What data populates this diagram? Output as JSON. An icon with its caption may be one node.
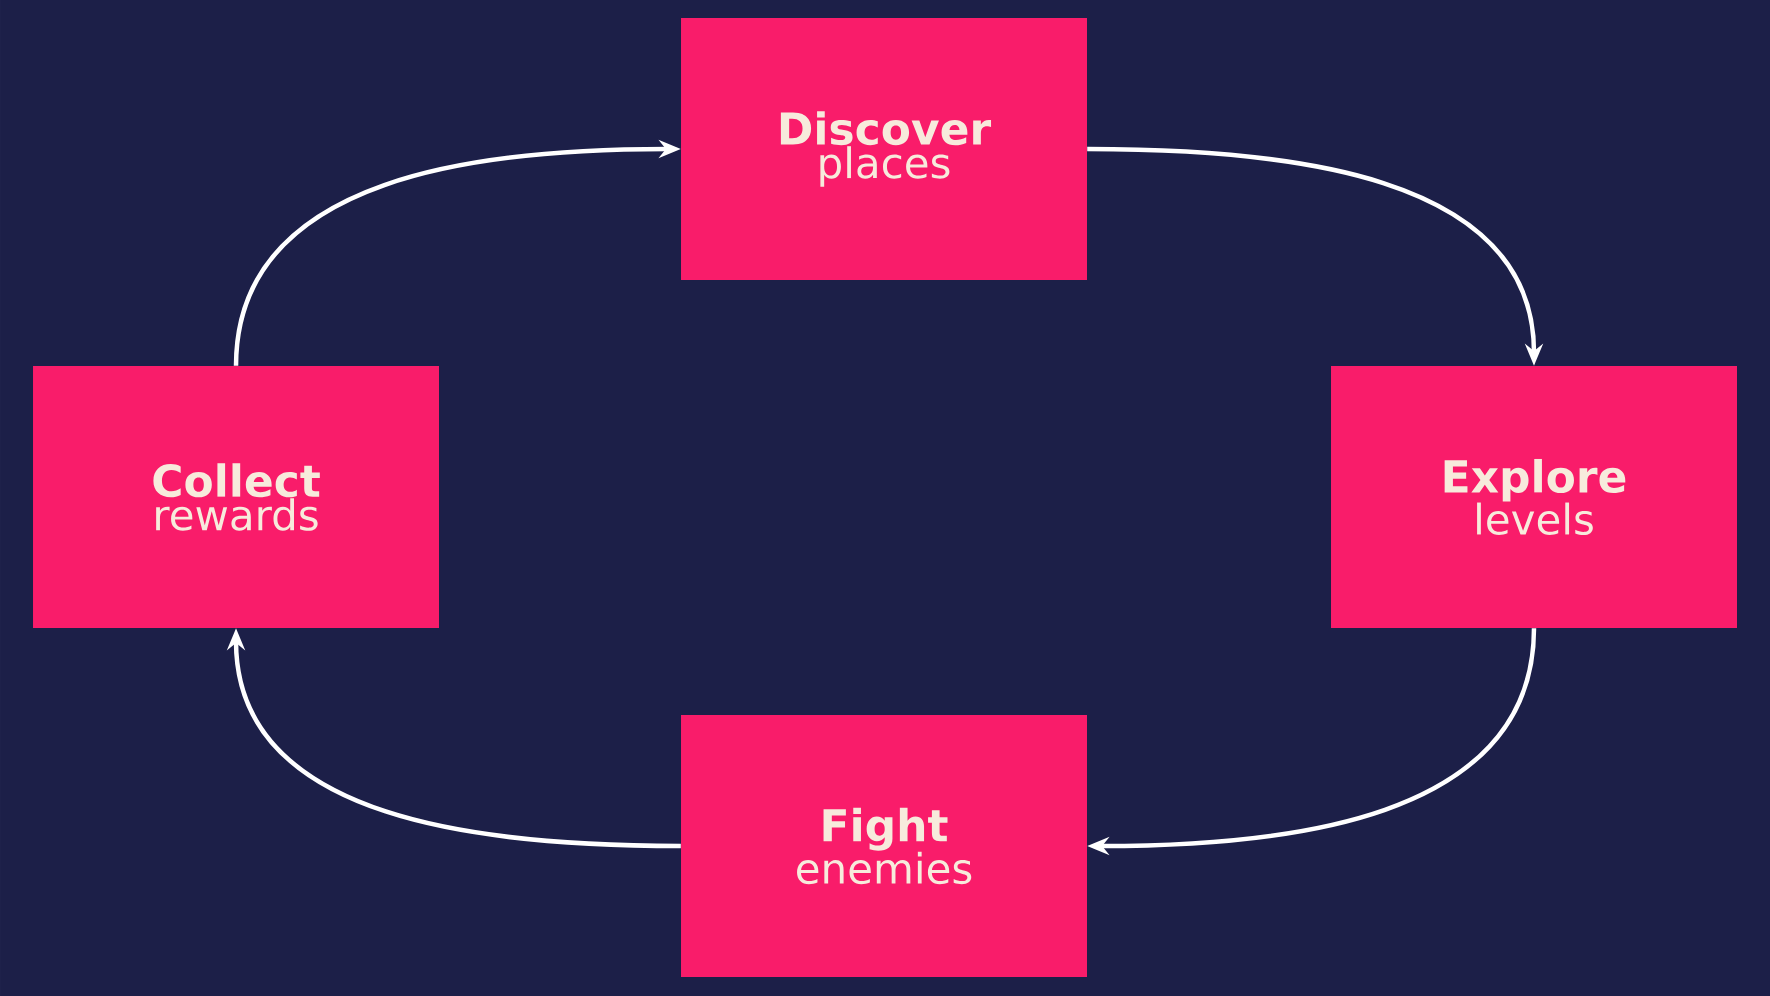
{
  "diagram": {
    "nodes": [
      {
        "text": [
          "Discover",
          "places"
        ]
      },
      {
        "text": [
          "Explore",
          "levels"
        ]
      },
      {
        "text": [
          "Fight",
          "enemies"
        ]
      },
      {
        "text": [
          "Collect",
          "rewards"
        ]
      }
    ],
    "edges": [
      {
        "from": 3,
        "to": 0,
        "arrow": "to"
      },
      {
        "from": 0,
        "to": 1,
        "arrow": "to"
      },
      {
        "from": 1,
        "to": 2,
        "arrow": "to"
      },
      {
        "from": 2,
        "to": 3,
        "arrow": "to"
      }
    ]
  }
}
